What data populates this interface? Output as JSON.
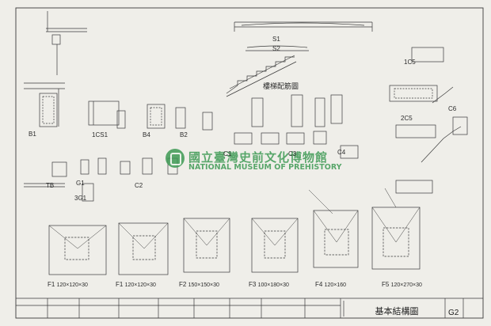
{
  "watermark": {
    "chinese": "國立臺灣史前文化博物館",
    "english": "NATIONAL MUSEUM OF PREHISTORY",
    "brand_color": "#3e9a55"
  },
  "drawing": {
    "title": "基本結構圖",
    "code": "G2",
    "stair_title": "樓梯配筋圖",
    "labels": {
      "s1": "S1",
      "s2": "S2",
      "b1": "B1",
      "c1s1": "1CS1",
      "b4": "B4",
      "b2": "B2",
      "c5": "1C5",
      "c1": "C1",
      "c3": "C3",
      "c4": "C4",
      "c5b": "2C5",
      "c6": "C6",
      "g1": "G1",
      "c2": "C2",
      "tb": "TB",
      "g1b": "3G1"
    },
    "footings": [
      {
        "id": "F1",
        "size": "120×120×30"
      },
      {
        "id": "F1",
        "size": "120×120×30"
      },
      {
        "id": "F2",
        "size": "150×150×30"
      },
      {
        "id": "F3",
        "size": "100×180×30"
      },
      {
        "id": "F4",
        "size": "120×160"
      },
      {
        "id": "F5",
        "size": "120×270×30"
      }
    ]
  }
}
